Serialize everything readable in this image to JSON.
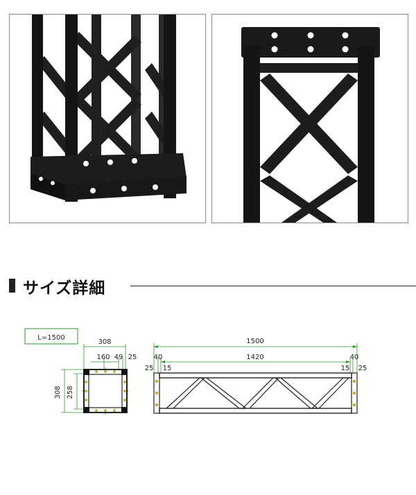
{
  "photos": [
    {
      "name": "truss-base-photo",
      "description_icon": "truss-base-plate"
    },
    {
      "name": "truss-top-photo",
      "description_icon": "truss-top-plate"
    }
  ],
  "section": {
    "title": "サイズ詳細"
  },
  "drawing": {
    "length_label": "L=1500",
    "cross_section": {
      "outer": "308",
      "inner": "258",
      "spacing_160": "160",
      "spacing_49": "49",
      "spacing_25": "25",
      "height_outer": "308",
      "height_inner": "258"
    },
    "side_view": {
      "total": "1500",
      "inner": "1420",
      "left_40": "40",
      "right_40": "40",
      "left_25": "25",
      "left_15": "15",
      "right_15": "15",
      "right_25": "25"
    }
  },
  "colors": {
    "truss": "#1a1a1a",
    "dimension_line": "#2a9a2a",
    "bolt": "#d4b800",
    "text": "#222222"
  }
}
